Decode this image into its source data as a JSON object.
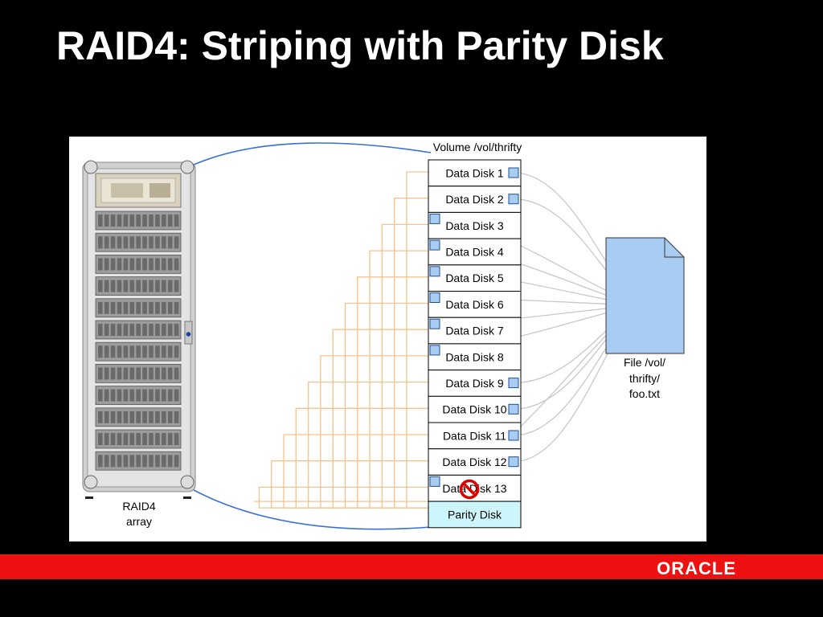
{
  "slide": {
    "title": "RAID4: Striping with Parity Disk"
  },
  "diagram": {
    "volume_label": "Volume /vol/thrifty",
    "data_disks": [
      {
        "label": "Data Disk 1",
        "block": "right"
      },
      {
        "label": "Data Disk 2",
        "block": "right"
      },
      {
        "label": "Data Disk 3",
        "block": "left"
      },
      {
        "label": "Data Disk 4",
        "block": "left"
      },
      {
        "label": "Data Disk 5",
        "block": "left"
      },
      {
        "label": "Data Disk 6",
        "block": "left"
      },
      {
        "label": "Data Disk 7",
        "block": "left"
      },
      {
        "label": "Data Disk 8",
        "block": "left"
      },
      {
        "label": "Data Disk 9",
        "block": "right"
      },
      {
        "label": "Data Disk 10",
        "block": "right"
      },
      {
        "label": "Data Disk 11",
        "block": "right"
      },
      {
        "label": "Data Disk 12",
        "block": "right"
      },
      {
        "label": "Data Disk 13",
        "block": "left",
        "failed": true
      }
    ],
    "parity_disk_label": "Parity Disk",
    "array_label": [
      "RAID4",
      "array"
    ],
    "file_label": [
      "File /vol/",
      "thrifty/",
      "foo.txt"
    ]
  },
  "colors": {
    "background": "#000000",
    "title": "#ffffff",
    "footer": "#ee1111",
    "stripe_lines": "#f5c48c",
    "file_lines": "#c8c8c8",
    "block": "#a9cdf2",
    "parity_fill": "#ccf6fb",
    "file_fill": "#a9cdf2",
    "curve": "#3a6fd6",
    "fail_icon": "#dd0000"
  },
  "icons": {
    "logo": "oracle-logo",
    "fail": "prohibited-icon"
  },
  "branding": {
    "logo_text": "ORACLE"
  }
}
